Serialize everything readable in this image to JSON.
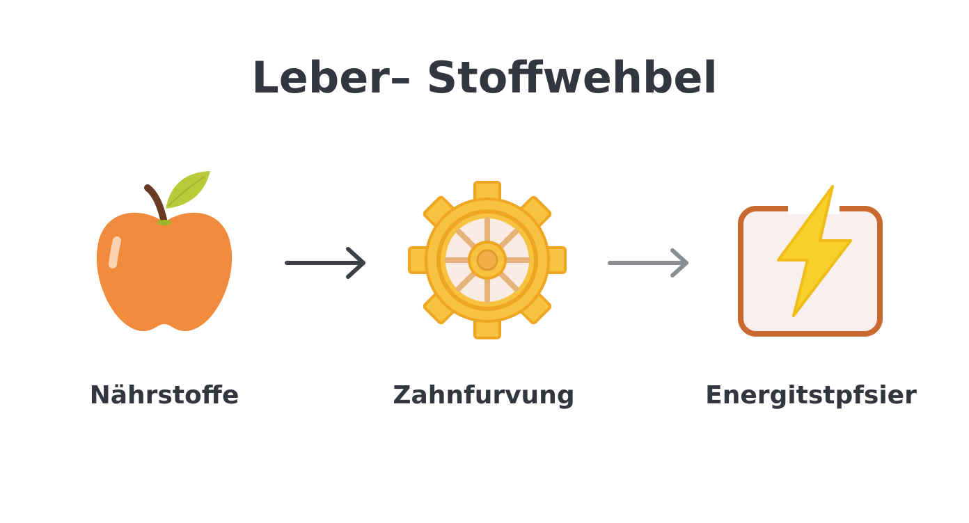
{
  "title": "Leber– Stoffwehbel",
  "steps": [
    {
      "label": "Nährstoffe",
      "icon": "apple-icon"
    },
    {
      "label": "Zahnfurvung",
      "icon": "gear-icon"
    },
    {
      "label": "Energitstpfsier",
      "icon": "lightning-bolt-icon"
    }
  ],
  "arrows": [
    {
      "icon": "arrow-right-icon",
      "color": "#3d3f47"
    },
    {
      "icon": "arrow-right-icon",
      "color": "#8a8d91"
    }
  ],
  "colors": {
    "text": "#34363f",
    "apple": "#f08a3c",
    "leaf": "#b8cc3a",
    "gear": "#f7c23f",
    "gear_dark": "#eea622",
    "battery_frame": "#c9692f",
    "bolt": "#f7d02a"
  }
}
